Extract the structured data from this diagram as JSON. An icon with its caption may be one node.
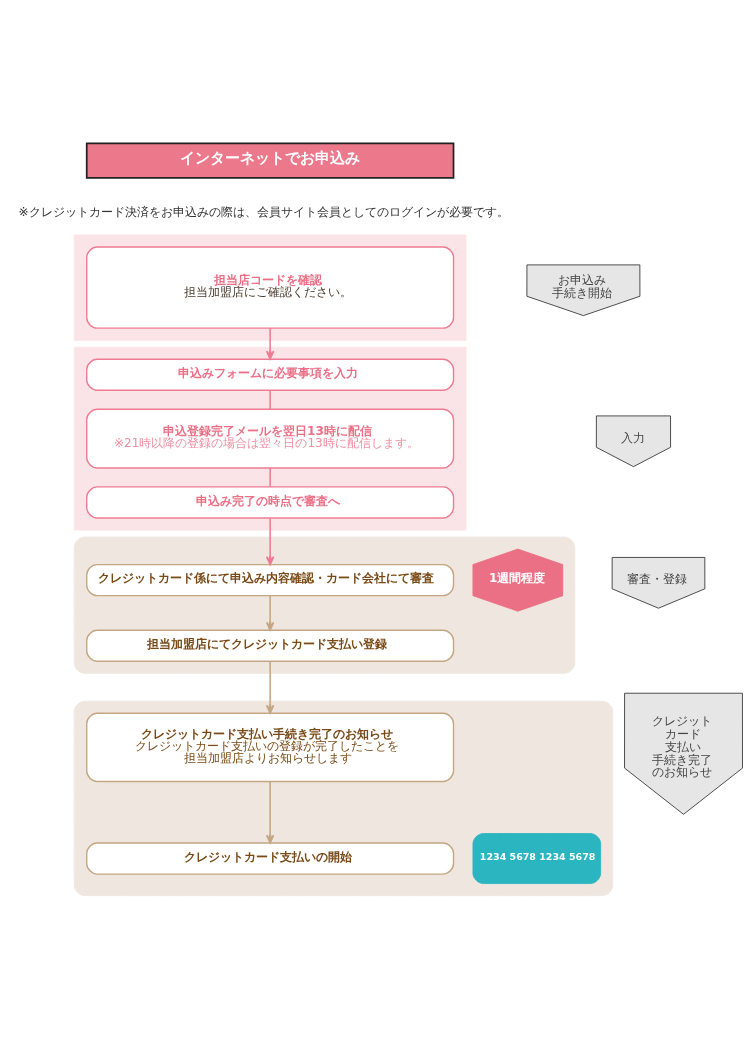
{
  "diagram": {
    "nodes": [
      {
        "text": [
          "インターネットでお申込み"
        ]
      },
      {
        "text": [
          "お申込み手続き開始"
        ]
      },
      {
        "text": [],
        "shape": "box"
      },
      {
        "text": [
          "担当店コードを確認",
          "担当加盟店にご確認ください。"
        ],
        "in": 2
      },
      {
        "text": [
          "入力"
        ]
      },
      {
        "text": [],
        "shape": "box"
      },
      {
        "text": [
          "申込みフォームに必要事項を入力"
        ],
        "in": 5
      },
      {
        "text": [
          "申込登録完了メールを翌日13時に配信",
          "※21時以降の登録の場合は翌々日の13時に配信します。"
        ],
        "in": 5
      },
      {
        "text": [
          "申込み完了の時点で審査へ"
        ],
        "in": 5
      },
      {
        "text": [
          "審査・登録"
        ]
      },
      {
        "text": [],
        "shape": "box"
      },
      {
        "text": [
          "クレジットカード係にて申込み内容確認・カード会社にて審査"
        ],
        "in": 10
      },
      {
        "text": [
          "担当加盟店にてクレジットカード支払い登録"
        ],
        "in": 10
      },
      {
        "text": [
          "1週間程度"
        ],
        "in": 10
      },
      {
        "text": [
          "クレジットカード支払い手続き完了のお知らせ"
        ]
      },
      {
        "text": [],
        "shape": "box"
      },
      {
        "text": [
          "クレジットカード支払い手続き完了のお知らせ",
          "クレジットカード支払いの登録が完了したことを担当加盟店よりお知らせします"
        ],
        "in": 15
      },
      {
        "text": [
          "クレジットカード支払いの開始"
        ],
        "in": 15
      },
      {
        "text": [
          "1234 5678 1234 5678"
        ],
        "in": 15
      }
    ],
    "edges": [
      {
        "from": 3,
        "to": 6,
        "arrow": "to"
      },
      {
        "from": 6,
        "to": 7,
        "arrow": "none"
      },
      {
        "from": 7,
        "to": 8,
        "arrow": "none"
      },
      {
        "from": 8,
        "to": 11,
        "arrow": "to"
      },
      {
        "from": 11,
        "to": 12,
        "arrow": "to",
        "color": "#c4a683"
      },
      {
        "from": 12,
        "to": 16,
        "arrow": "to",
        "color": "#c4a683"
      },
      {
        "from": 16,
        "to": 17,
        "arrow": "to",
        "color": "#c4a683"
      }
    ],
    "labels": [
      "※クレジットカード決済をお申込みの際は、会員サイト会員としてのログインが必要です。"
    ]
  }
}
